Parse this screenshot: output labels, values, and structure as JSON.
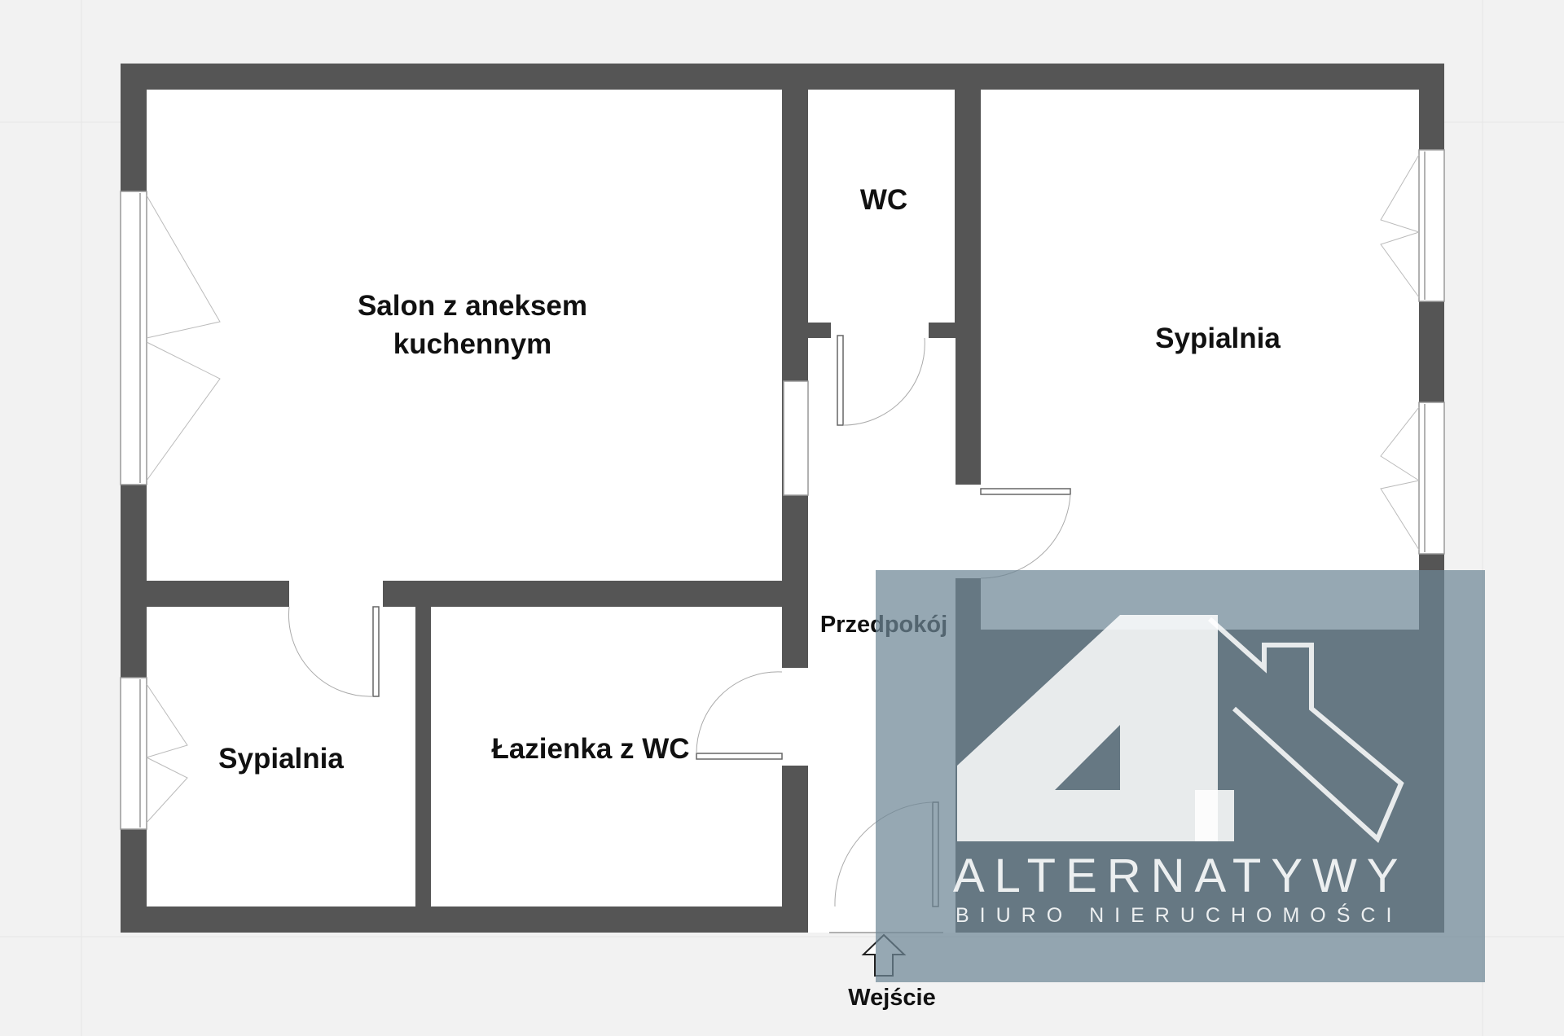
{
  "rooms": {
    "salon": "Salon z aneksem\nkuchennym",
    "wc": "WC",
    "sypialnia_right": "Sypialnia",
    "sypialnia_left": "Sypialnia",
    "lazienka": "Łazienka z WC",
    "przedpokoj": "Przedpokój"
  },
  "entrance": {
    "label": "Wejście"
  },
  "watermark": {
    "brand": "ALTERNATYWY",
    "subtitle": "BIURO NIERUCHOMOŚCI",
    "logo_icon": "house-4-logo-icon"
  },
  "colors": {
    "wall": "#555555",
    "floor": "#ffffff",
    "background": "#f2f2f2",
    "watermark": "#6e8796"
  }
}
